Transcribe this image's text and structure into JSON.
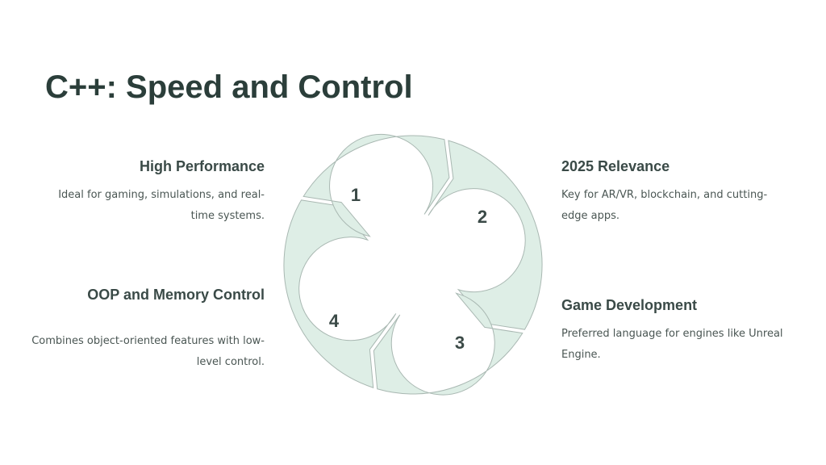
{
  "title": "C++: Speed and Control",
  "steps": [
    {
      "number": "1",
      "heading": "High Performance",
      "text": "Ideal for gaming, simulations, and real-time systems."
    },
    {
      "number": "2",
      "heading": "2025 Relevance",
      "text": "Key for AR/VR, blockchain, and cutting-edge apps."
    },
    {
      "number": "3",
      "heading": "Game Development",
      "text": "Preferred language for engines like Unreal Engine."
    },
    {
      "number": "4",
      "heading": "OOP and Memory Control",
      "text": "Combines object-oriented features with low-level control."
    }
  ],
  "colors": {
    "segment_fill": "#deeee6",
    "segment_stroke": "#a9b8b2",
    "title": "#2b3e3a"
  }
}
